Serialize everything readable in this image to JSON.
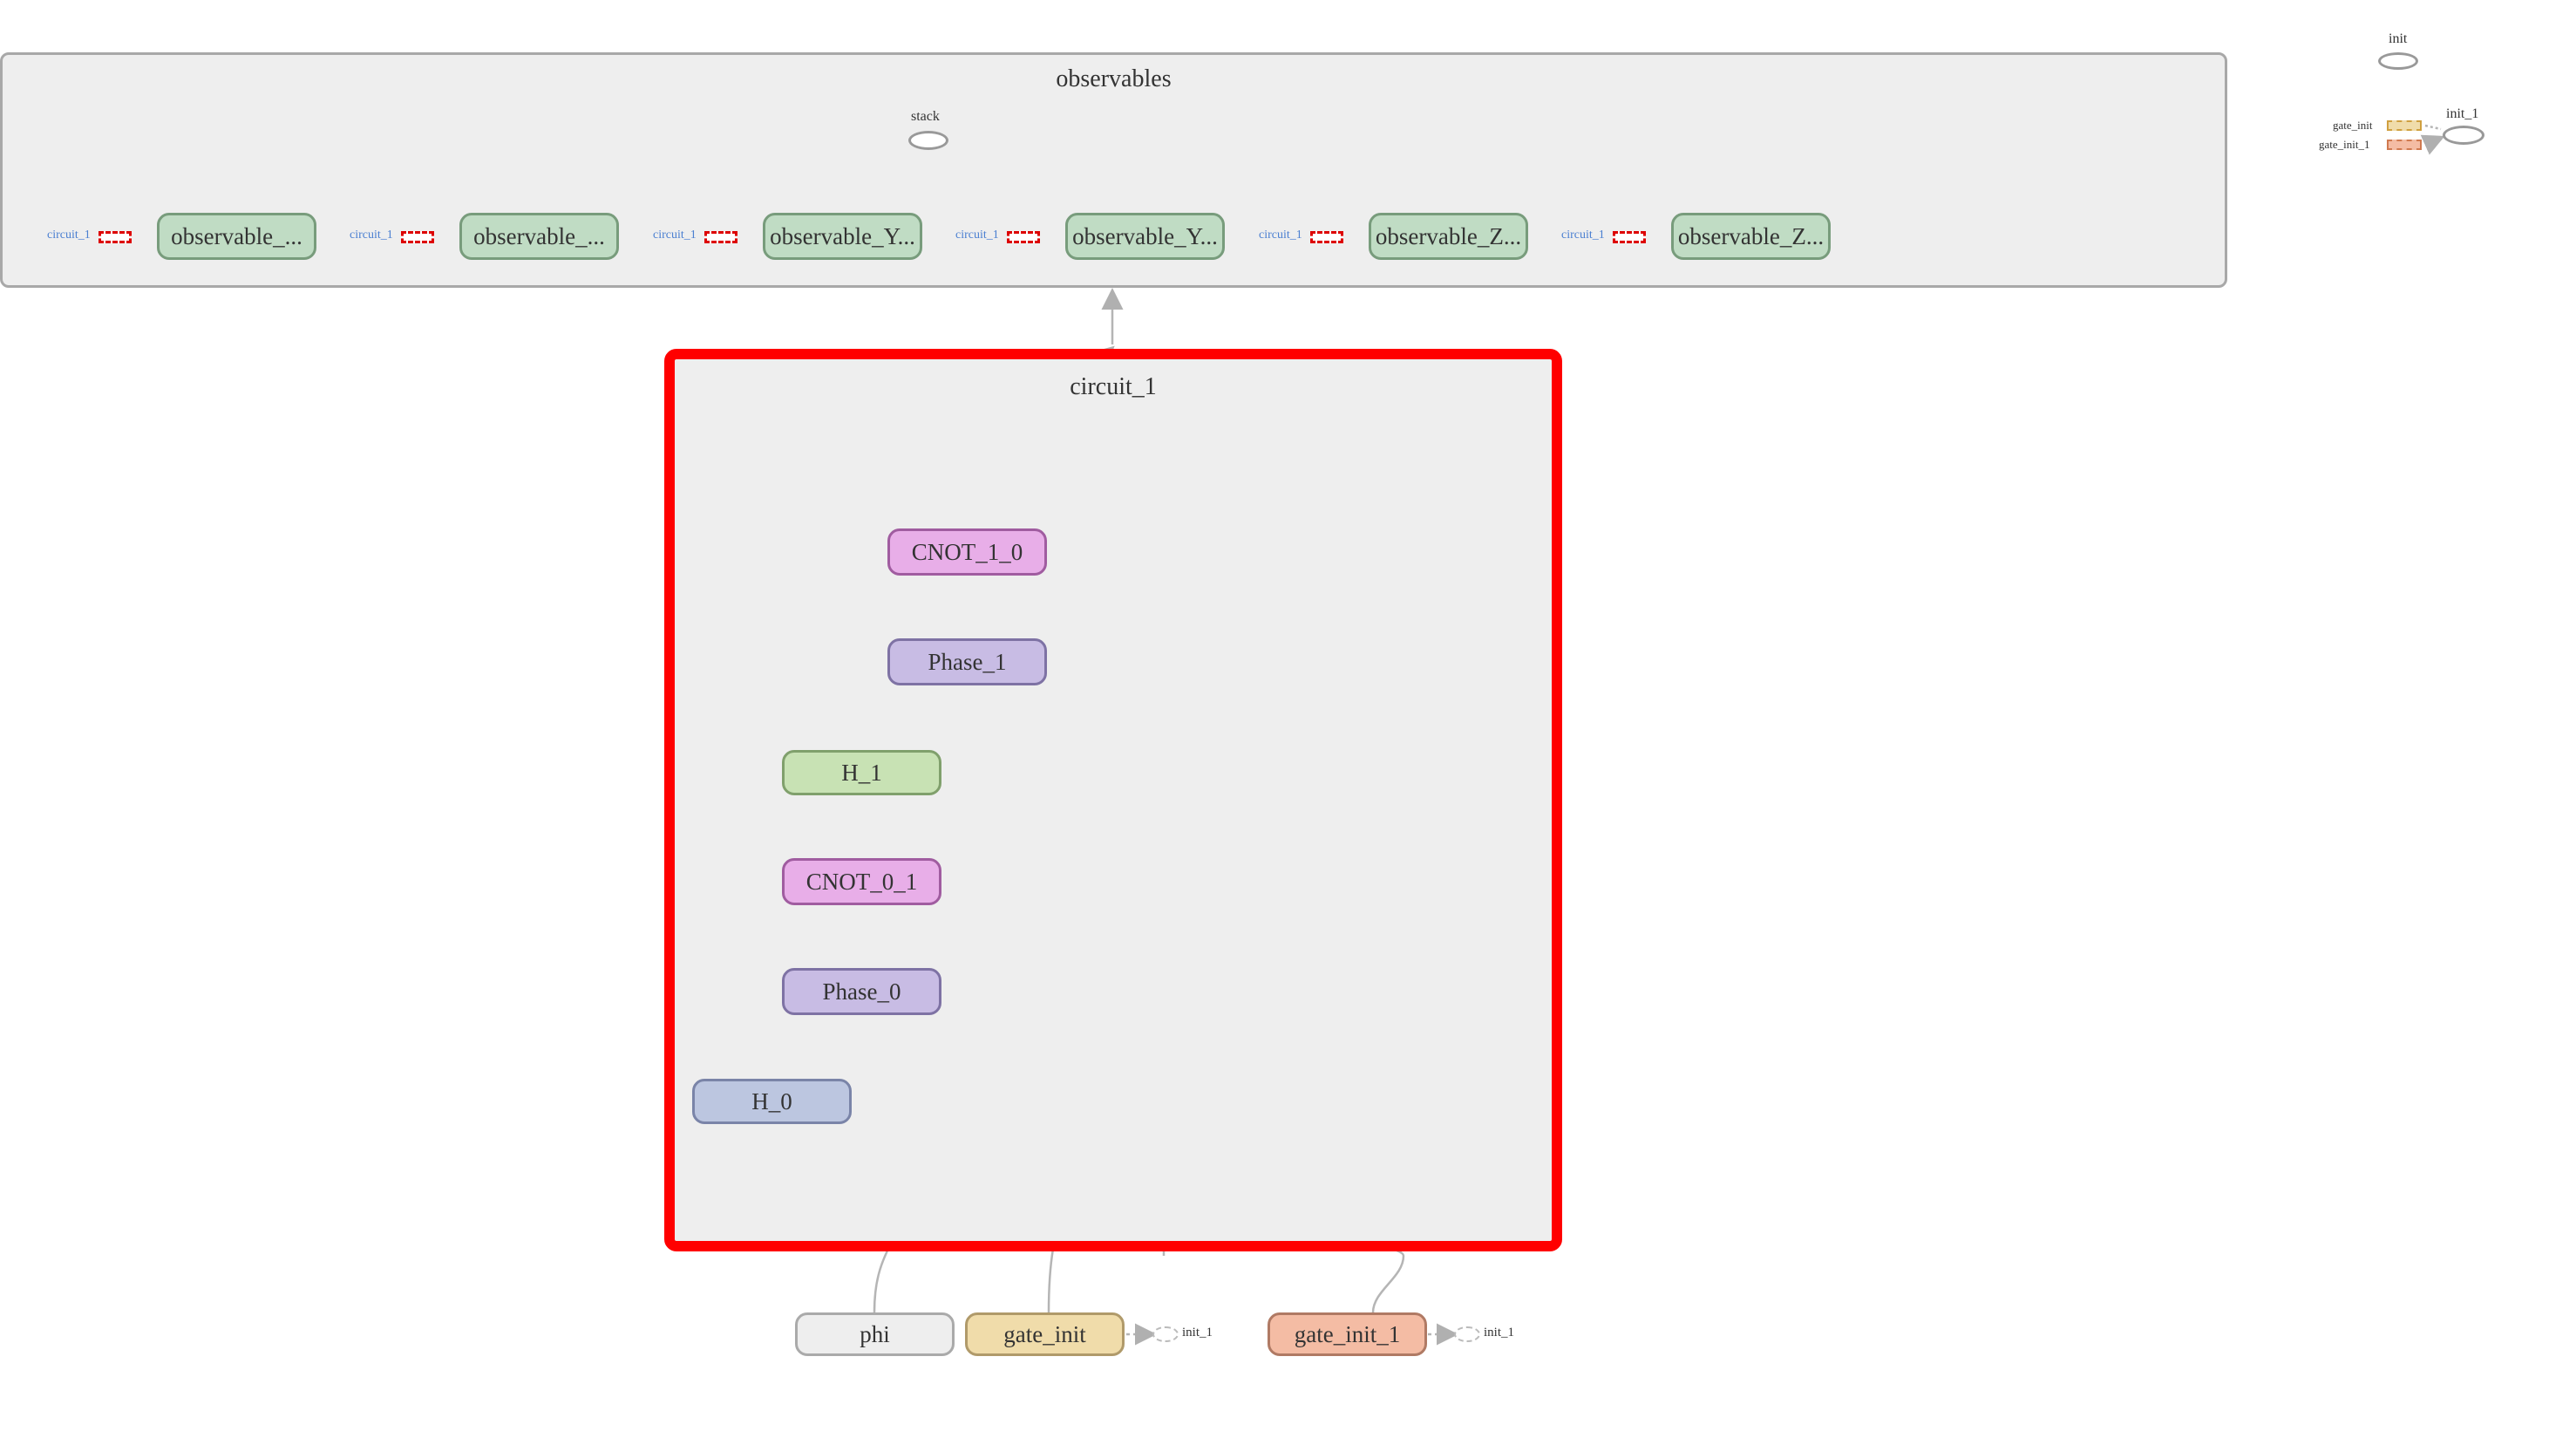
{
  "observables": {
    "title": "observables",
    "stack_label": "stack",
    "items": [
      {
        "input_label": "circuit_1",
        "node_label": "observable_..."
      },
      {
        "input_label": "circuit_1",
        "node_label": "observable_..."
      },
      {
        "input_label": "circuit_1",
        "node_label": "observable_Y..."
      },
      {
        "input_label": "circuit_1",
        "node_label": "observable_Y..."
      },
      {
        "input_label": "circuit_1",
        "node_label": "observable_Z..."
      },
      {
        "input_label": "circuit_1",
        "node_label": "observable_Z..."
      }
    ]
  },
  "circuit": {
    "title": "circuit_1",
    "nodes": {
      "cnot_1_0": "CNOT_1_0",
      "phase_1": "Phase_1",
      "h_1": "H_1",
      "cnot_0_1": "CNOT_0_1",
      "phase_0": "Phase_0",
      "h_0": "H_0"
    }
  },
  "inputs": {
    "phi": "phi",
    "gate_init": "gate_init",
    "gate_init_1": "gate_init_1",
    "init_1_label": "init_1"
  },
  "aux": {
    "init": "init",
    "init_1": "init_1",
    "gate_init": "gate_init",
    "gate_init_1": "gate_init_1"
  },
  "colors": {
    "highlight": "#ff0000",
    "observable_fill": "#c0dcc4",
    "cnot_fill": "#e8aee8",
    "phase_fill": "#c8bce4",
    "h1_fill": "#c8e2b4",
    "h0_fill": "#bcc6e0",
    "phi_fill": "#eeeeee",
    "gate_init_fill": "#f0dcaa",
    "gate_init_1_fill": "#f4bca4"
  }
}
